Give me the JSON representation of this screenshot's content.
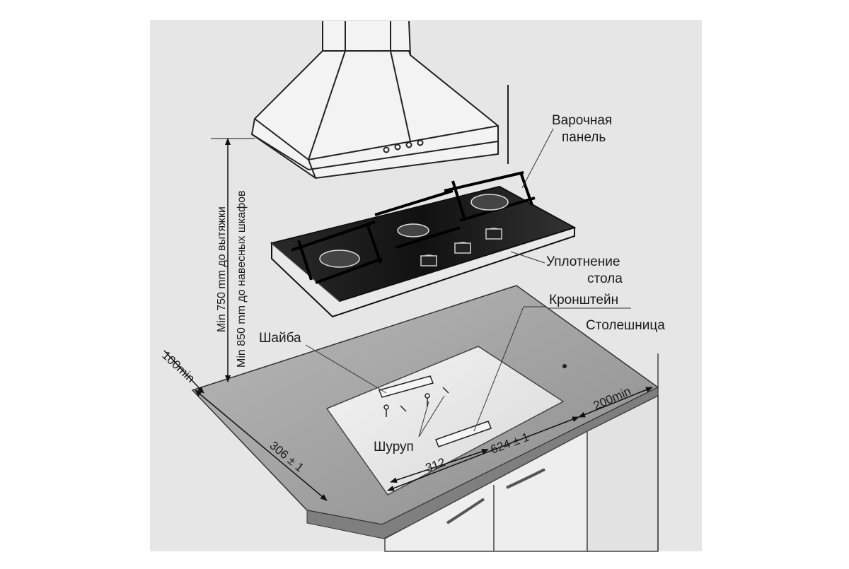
{
  "labels": {
    "hob": [
      "Варочная",
      "панель"
    ],
    "seal": [
      "Уплотнение",
      "стола"
    ],
    "bracket": "Кронштейн",
    "countertop": "Столешница",
    "washer": "Шайба",
    "screw": "Шуруп"
  },
  "dimensions": {
    "hood_clearance": "Min 750 mm до вытяжки",
    "cabinet_clearance": "Min 850 mm до навесных шкафов",
    "back_margin": "100min",
    "side_margin": "200min",
    "cutout_depth": "306 ± 1",
    "cutout_half": "312",
    "cutout_width": "624 ± 1"
  }
}
